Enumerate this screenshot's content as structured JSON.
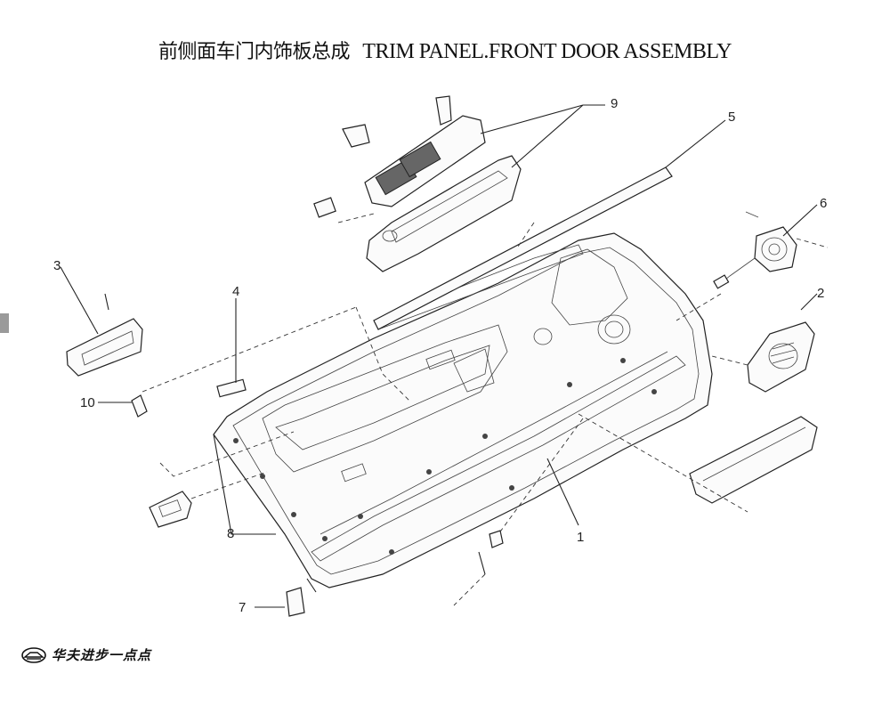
{
  "title": {
    "zh": "前侧面车门内饰板总成",
    "en": "TRIM PANEL.FRONT DOOR ASSEMBLY"
  },
  "callouts": [
    "1",
    "2",
    "3",
    "4",
    "5",
    "6",
    "7",
    "8",
    "9",
    "10"
  ],
  "brand": {
    "text": "华夫进步一点点",
    "logo_icon": "car-brand-logo-icon"
  }
}
